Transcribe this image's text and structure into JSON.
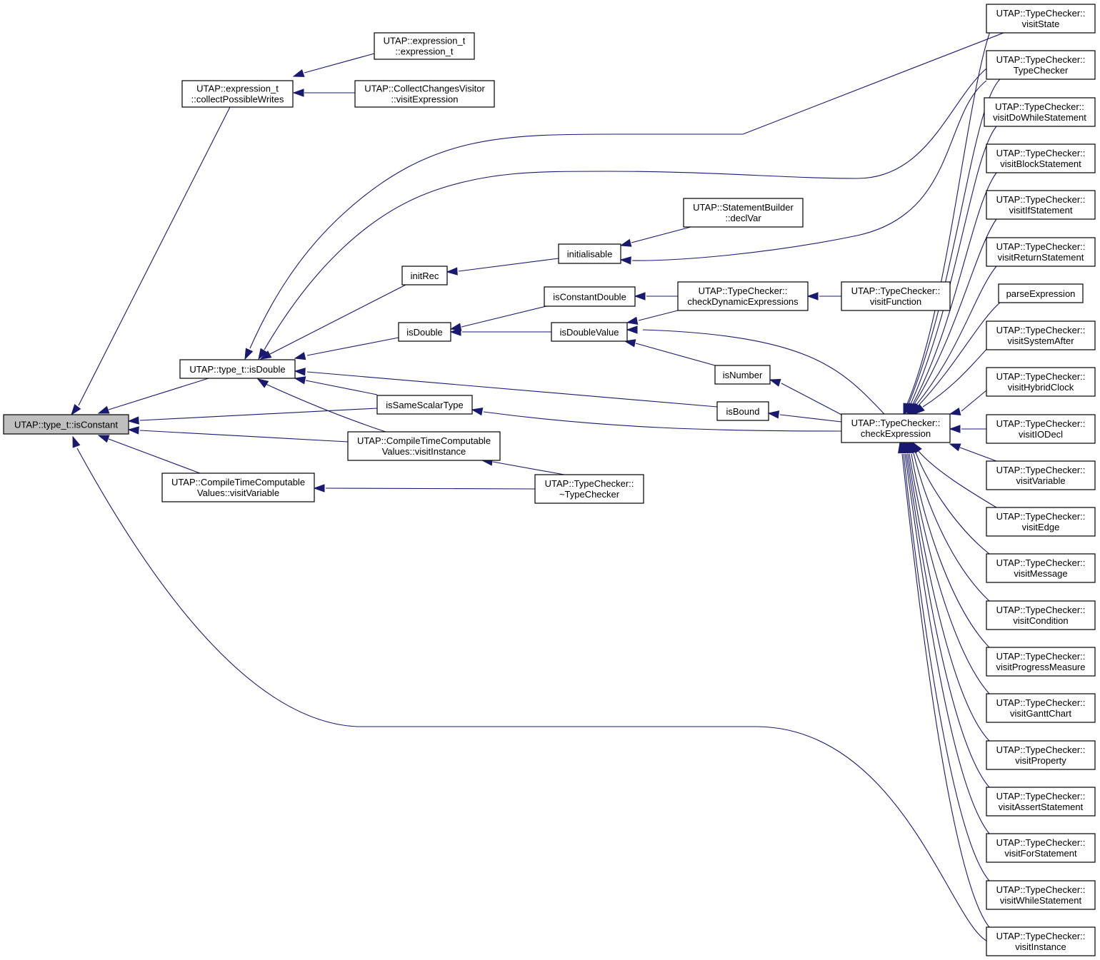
{
  "graph": {
    "title": "",
    "edge_color": "#191970",
    "root_fill": "#bfbfbf",
    "nodes": [
      {
        "id": "root",
        "lines": [
          "UTAP::type_t::isConstant"
        ],
        "root": true
      },
      {
        "id": "collect",
        "lines": [
          "UTAP::expression_t",
          "::collectPossibleWrites"
        ]
      },
      {
        "id": "exprt",
        "lines": [
          "UTAP::expression_t",
          "::expression_t"
        ]
      },
      {
        "id": "ccvisit",
        "lines": [
          "UTAP::CollectChangesVisitor",
          "::visitExpression"
        ]
      },
      {
        "id": "isdouble_t",
        "lines": [
          "UTAP::type_t::isDouble"
        ]
      },
      {
        "id": "ctcvar",
        "lines": [
          "UTAP::CompileTimeComputable",
          "Values::visitVariable"
        ]
      },
      {
        "id": "initrec",
        "lines": [
          "initRec"
        ]
      },
      {
        "id": "isdouble",
        "lines": [
          "isDouble"
        ]
      },
      {
        "id": "issame",
        "lines": [
          "isSameScalarType"
        ]
      },
      {
        "id": "ctcinst",
        "lines": [
          "UTAP::CompileTimeComputable",
          "Values::visitInstance"
        ]
      },
      {
        "id": "initialisable",
        "lines": [
          "initialisable"
        ]
      },
      {
        "id": "isconstdouble",
        "lines": [
          "isConstantDouble"
        ]
      },
      {
        "id": "isdoublevalue",
        "lines": [
          "isDoubleValue"
        ]
      },
      {
        "id": "dtor",
        "lines": [
          "UTAP::TypeChecker::",
          "~TypeChecker"
        ]
      },
      {
        "id": "declvar",
        "lines": [
          "UTAP::StatementBuilder",
          "::declVar"
        ]
      },
      {
        "id": "checkdyn",
        "lines": [
          "UTAP::TypeChecker::",
          "checkDynamicExpressions"
        ]
      },
      {
        "id": "isnumber",
        "lines": [
          "isNumber"
        ]
      },
      {
        "id": "isbound",
        "lines": [
          "isBound"
        ]
      },
      {
        "id": "visitfunc",
        "lines": [
          "UTAP::TypeChecker::",
          "visitFunction"
        ]
      },
      {
        "id": "checkexpr",
        "lines": [
          "UTAP::TypeChecker::",
          "checkExpression"
        ]
      },
      {
        "id": "r1",
        "lines": [
          "UTAP::TypeChecker::",
          "visitState"
        ]
      },
      {
        "id": "r2",
        "lines": [
          "UTAP::TypeChecker::",
          "TypeChecker"
        ]
      },
      {
        "id": "r3",
        "lines": [
          "UTAP::TypeChecker::",
          "visitDoWhileStatement"
        ]
      },
      {
        "id": "r4",
        "lines": [
          "UTAP::TypeChecker::",
          "visitBlockStatement"
        ]
      },
      {
        "id": "r5",
        "lines": [
          "UTAP::TypeChecker::",
          "visitIfStatement"
        ]
      },
      {
        "id": "r6",
        "lines": [
          "UTAP::TypeChecker::",
          "visitReturnStatement"
        ]
      },
      {
        "id": "r7",
        "lines": [
          "parseExpression"
        ]
      },
      {
        "id": "r8",
        "lines": [
          "UTAP::TypeChecker::",
          "visitSystemAfter"
        ]
      },
      {
        "id": "r9",
        "lines": [
          "UTAP::TypeChecker::",
          "visitHybridClock"
        ]
      },
      {
        "id": "r10",
        "lines": [
          "UTAP::TypeChecker::",
          "visitIODecl"
        ]
      },
      {
        "id": "r11",
        "lines": [
          "UTAP::TypeChecker::",
          "visitVariable"
        ]
      },
      {
        "id": "r12",
        "lines": [
          "UTAP::TypeChecker::",
          "visitEdge"
        ]
      },
      {
        "id": "r13",
        "lines": [
          "UTAP::TypeChecker::",
          "visitMessage"
        ]
      },
      {
        "id": "r14",
        "lines": [
          "UTAP::TypeChecker::",
          "visitCondition"
        ]
      },
      {
        "id": "r15",
        "lines": [
          "UTAP::TypeChecker::",
          "visitProgressMeasure"
        ]
      },
      {
        "id": "r16",
        "lines": [
          "UTAP::TypeChecker::",
          "visitGanttChart"
        ]
      },
      {
        "id": "r17",
        "lines": [
          "UTAP::TypeChecker::",
          "visitProperty"
        ]
      },
      {
        "id": "r18",
        "lines": [
          "UTAP::TypeChecker::",
          "visitAssertStatement"
        ]
      },
      {
        "id": "r19",
        "lines": [
          "UTAP::TypeChecker::",
          "visitForStatement"
        ]
      },
      {
        "id": "r20",
        "lines": [
          "UTAP::TypeChecker::",
          "visitWhileStatement"
        ]
      },
      {
        "id": "r21",
        "lines": [
          "UTAP::TypeChecker::",
          "visitInstance"
        ]
      }
    ],
    "edges": [
      {
        "from": "collect",
        "to": "root"
      },
      {
        "from": "isdouble_t",
        "to": "root"
      },
      {
        "from": "ctcvar",
        "to": "root"
      },
      {
        "from": "issame",
        "to": "root"
      },
      {
        "from": "ctcinst",
        "to": "root"
      },
      {
        "from": "r21",
        "to": "root"
      },
      {
        "from": "exprt",
        "to": "collect"
      },
      {
        "from": "ccvisit",
        "to": "collect"
      },
      {
        "from": "r1",
        "to": "isdouble_t"
      },
      {
        "from": "r2",
        "to": "isdouble_t"
      },
      {
        "from": "initrec",
        "to": "isdouble_t"
      },
      {
        "from": "isdouble",
        "to": "isdouble_t"
      },
      {
        "from": "issame",
        "to": "isdouble_t"
      },
      {
        "from": "ctcinst",
        "to": "isdouble_t"
      },
      {
        "from": "isbound",
        "to": "isdouble_t"
      },
      {
        "from": "dtor",
        "to": "ctcvar"
      },
      {
        "from": "dtor",
        "to": "ctcinst"
      },
      {
        "from": "initialisable",
        "to": "initrec"
      },
      {
        "from": "declvar",
        "to": "initialisable"
      },
      {
        "from": "r3",
        "to": "initialisable"
      },
      {
        "from": "isconstdouble",
        "to": "isdouble"
      },
      {
        "from": "isdoublevalue",
        "to": "isdouble"
      },
      {
        "from": "checkdyn",
        "to": "isconstdouble"
      },
      {
        "from": "checkdyn",
        "to": "isdoublevalue"
      },
      {
        "from": "isnumber",
        "to": "isdoublevalue"
      },
      {
        "from": "checkexpr",
        "to": "isdoublevalue"
      },
      {
        "from": "visitfunc",
        "to": "checkdyn"
      },
      {
        "from": "checkexpr",
        "to": "isnumber"
      },
      {
        "from": "checkexpr",
        "to": "isbound"
      },
      {
        "from": "checkexpr",
        "to": "issame"
      },
      {
        "from": "r1",
        "to": "checkexpr"
      },
      {
        "from": "r2",
        "to": "checkexpr"
      },
      {
        "from": "r3",
        "to": "checkexpr"
      },
      {
        "from": "r4",
        "to": "checkexpr"
      },
      {
        "from": "r5",
        "to": "checkexpr"
      },
      {
        "from": "r6",
        "to": "checkexpr"
      },
      {
        "from": "r7",
        "to": "checkexpr"
      },
      {
        "from": "r8",
        "to": "checkexpr"
      },
      {
        "from": "r9",
        "to": "checkexpr"
      },
      {
        "from": "r10",
        "to": "checkexpr"
      },
      {
        "from": "r11",
        "to": "checkexpr"
      },
      {
        "from": "r12",
        "to": "checkexpr"
      },
      {
        "from": "r13",
        "to": "checkexpr"
      },
      {
        "from": "r14",
        "to": "checkexpr"
      },
      {
        "from": "r15",
        "to": "checkexpr"
      },
      {
        "from": "r16",
        "to": "checkexpr"
      },
      {
        "from": "r17",
        "to": "checkexpr"
      },
      {
        "from": "r18",
        "to": "checkexpr"
      },
      {
        "from": "r19",
        "to": "checkexpr"
      },
      {
        "from": "r20",
        "to": "checkexpr"
      },
      {
        "from": "r21",
        "to": "checkexpr"
      }
    ]
  }
}
